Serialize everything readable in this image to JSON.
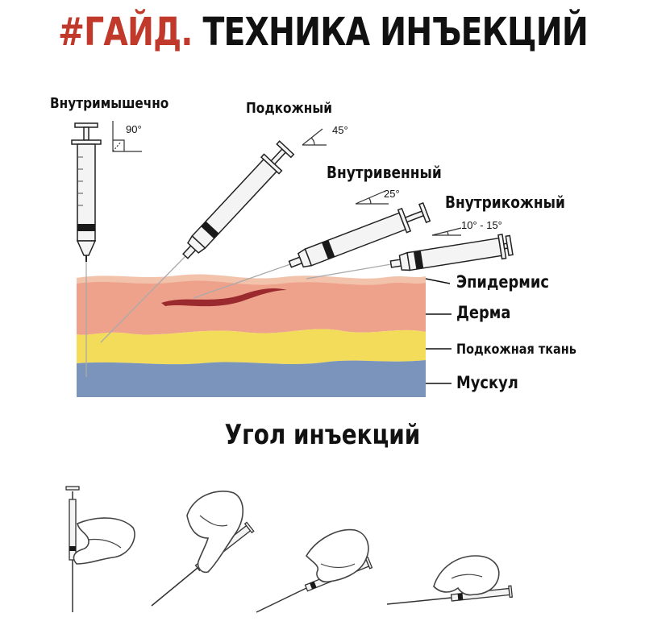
{
  "header": {
    "title_accent": "#ГАЙД.",
    "title_main": "ТЕХНИКА ИНЪЕКЦИЙ"
  },
  "injections": [
    {
      "label": "Внутримышечно",
      "angle": "90°"
    },
    {
      "label": "Подкожный",
      "angle": "45°"
    },
    {
      "label": "Внутривенный",
      "angle": "25°"
    },
    {
      "label": "Внутрикожный",
      "angle": "10° - 15°"
    }
  ],
  "layers": [
    {
      "label": "Эпидермис",
      "color": "#f2b9a1"
    },
    {
      "label": "Дерма",
      "color": "#eea28c"
    },
    {
      "label": "Подкожная ткань",
      "color": "#f2dc5a"
    },
    {
      "label": "Мускул",
      "color": "#7b94bc"
    }
  ],
  "section": {
    "subtitle": "Угол инъекций"
  },
  "colors": {
    "accent": "#c0392b",
    "vein": "#9b2a2e",
    "plunger": "#1a1a1a",
    "syringe_fill": "#f4f4f4"
  },
  "icons": [
    "syringe-icon",
    "hand-icon",
    "angle-icon"
  ]
}
